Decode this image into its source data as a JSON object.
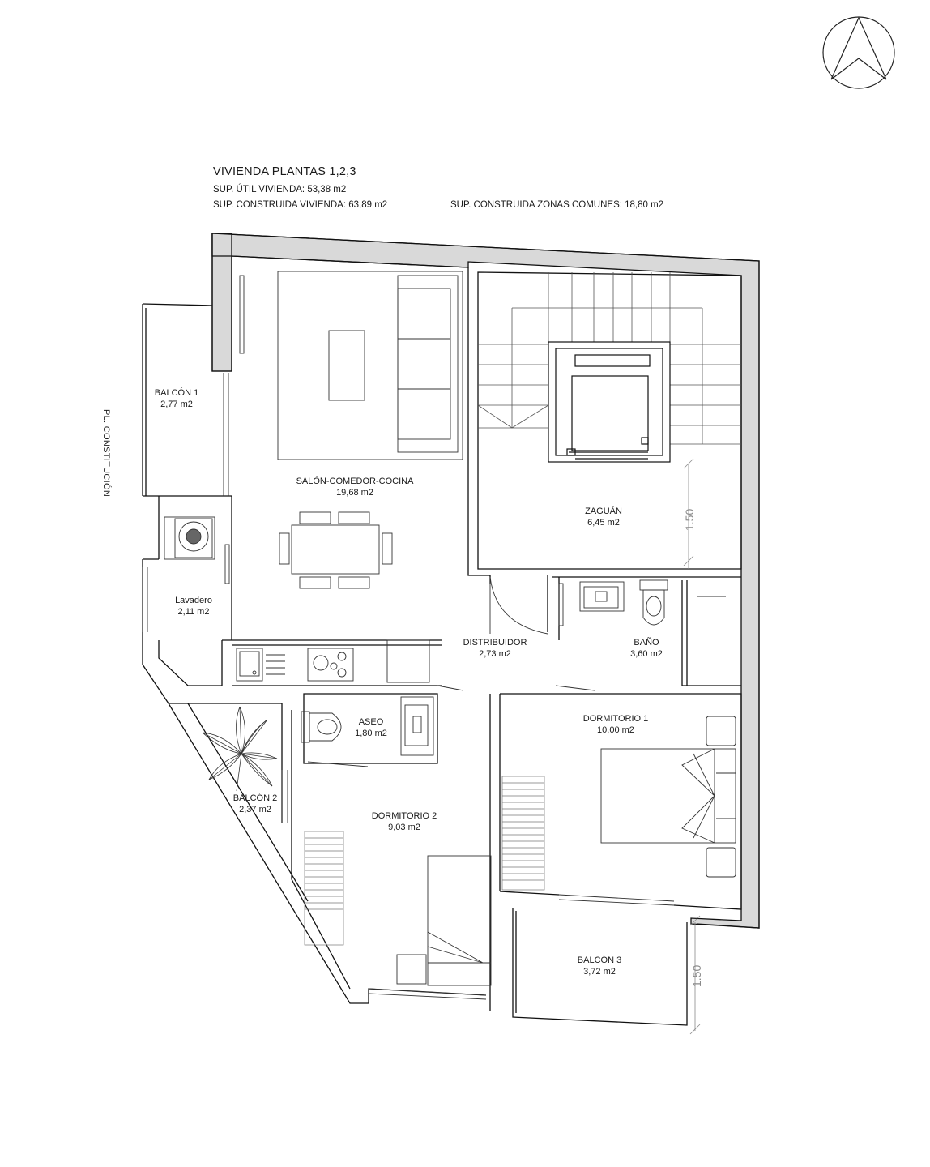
{
  "header": {
    "title": "VIVIENDA PLANTAS 1,2,3",
    "sup_util": "SUP. ÚTIL VIVIENDA: 53,38 m2",
    "sup_construida": "SUP. CONSTRUIDA VIVIENDA: 63,89 m2",
    "sup_comunes": "SUP. CONSTRUIDA ZONAS COMUNES: 18,80 m2"
  },
  "street": "PL. CONSTITUCIÓN",
  "rooms": {
    "balcon1": {
      "name": "BALCÓN 1",
      "area": "2,77 m2"
    },
    "salon": {
      "name": "SALÓN-COMEDOR-COCINA",
      "area": "19,68 m2"
    },
    "zaguan": {
      "name": "ZAGUÁN",
      "area": "6,45 m2"
    },
    "lavadero": {
      "name": "Lavadero",
      "area": "2,11 m2"
    },
    "distribuidor": {
      "name": "DISTRIBUIDOR",
      "area": "2,73 m2"
    },
    "bano": {
      "name": "BAÑO",
      "area": "3,60 m2"
    },
    "aseo": {
      "name": "ASEO",
      "area": "1,80 m2"
    },
    "dormitorio1": {
      "name": "DORMITORIO 1",
      "area": "10,00 m2"
    },
    "balcon2": {
      "name": "BALCÓN 2",
      "area": "2,37 m2"
    },
    "dormitorio2": {
      "name": "DORMITORIO 2",
      "area": "9,03 m2"
    },
    "balcon3": {
      "name": "BALCÓN 3",
      "area": "3,72 m2"
    }
  },
  "dimensions": {
    "zaguan_depth": "1.50",
    "balcon3_depth": "1.50"
  },
  "north_arrow_icon": "north-arrow-icon"
}
